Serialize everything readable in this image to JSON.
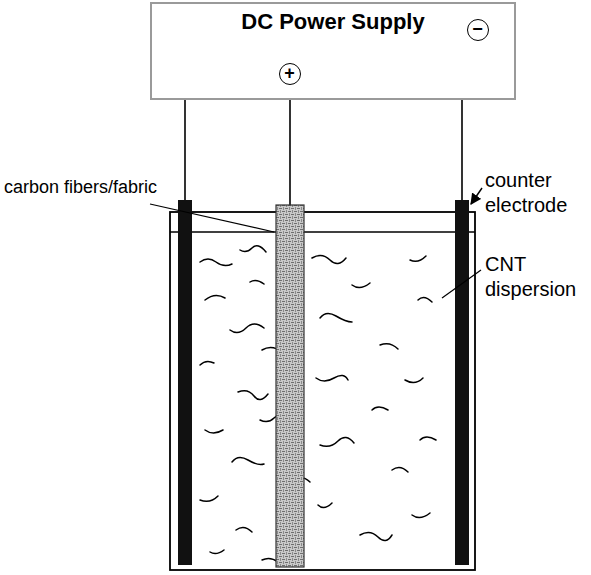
{
  "diagram": {
    "nodes": [
      {
        "text": [
          "DC Power Supply"
        ]
      },
      {
        "text": [
          "+"
        ],
        "in": 0
      },
      {
        "text": [
          "−"
        ],
        "in": 0
      }
    ],
    "labels": [
      "carbon fibers/fabric",
      "counter electrode",
      "CNT dispersion"
    ]
  }
}
